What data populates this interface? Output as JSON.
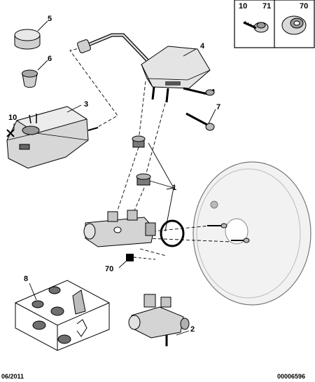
{
  "callouts": {
    "c5": "5",
    "c6": "6",
    "c4": "4",
    "c3": "3",
    "c10": "10",
    "c7": "7",
    "c1": "1",
    "c70": "70",
    "c8": "8",
    "c2": "2"
  },
  "inset": {
    "label_10": "10",
    "label_71": "71",
    "label_70": "70"
  },
  "footer": {
    "date": "06/2011",
    "ref": "00006596"
  },
  "colors": {
    "line": "#000000",
    "part_fill": "#d9d9d9",
    "part_shade": "#9a9a9a",
    "booster_fill": "#ededed"
  }
}
